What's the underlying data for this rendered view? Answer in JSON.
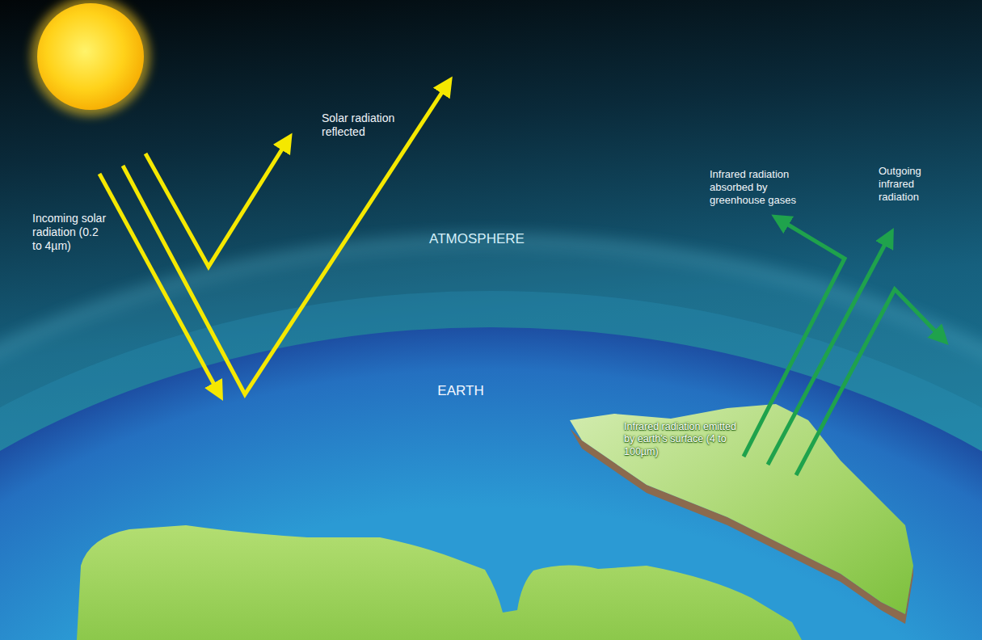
{
  "diagram": {
    "labels": [
      "Incoming solar radiation (0.2 to 4µm)",
      "Solar radiation reflected",
      "ATMOSPHERE",
      "EARTH",
      "Infrared radiation absorbed by greenhouse gases",
      "Outgoing infrared radiation",
      "Infrared radiation emitted by earth's surface (4 to 100µm)"
    ]
  }
}
